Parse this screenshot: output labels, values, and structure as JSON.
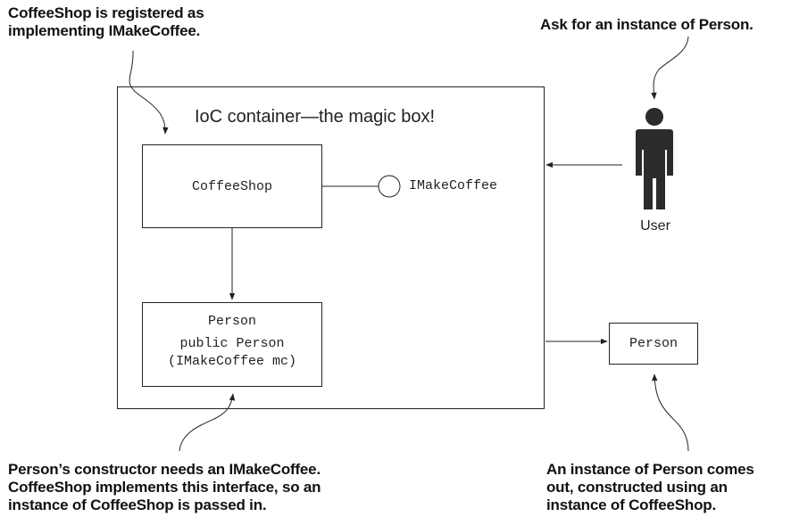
{
  "callouts": {
    "registered": [
      "CoffeeShop is registered as",
      "implementing IMakeCoffee."
    ],
    "ask": [
      "Ask for an instance of Person."
    ],
    "constructor": [
      "Person’s constructor needs an IMakeCoffee.",
      "CoffeeShop implements this interface, so an",
      "instance of CoffeeShop is passed in."
    ],
    "result": [
      "An instance of Person comes",
      "out, constructed using an",
      "instance of CoffeeShop."
    ]
  },
  "container": {
    "title": "IoC container—the magic box!"
  },
  "coffeeshop": {
    "label": "CoffeeShop"
  },
  "interface": {
    "label": "IMakeCoffee"
  },
  "person_box": {
    "name": "Person",
    "ctor_line1": "public Person",
    "ctor_line2": "(IMakeCoffee mc)"
  },
  "user": {
    "label": "User"
  },
  "output": {
    "label": "Person"
  },
  "colors": {
    "stroke": "#222222",
    "user_fill": "#2b2b2b",
    "text": "#111111"
  }
}
